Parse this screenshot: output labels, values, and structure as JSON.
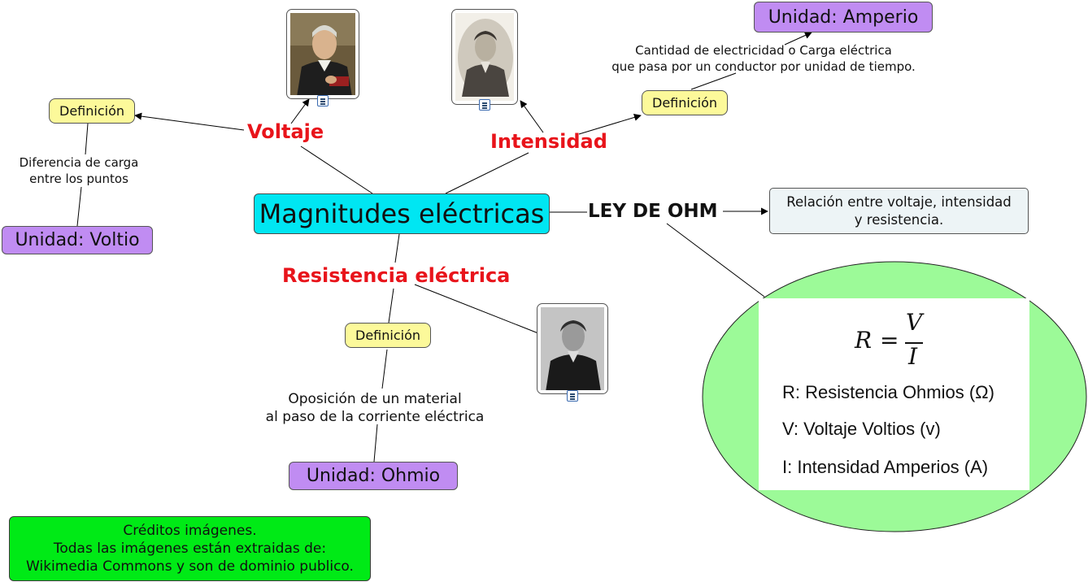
{
  "central": "Magnitudes eléctricas",
  "voltaje": {
    "label": "Voltaje",
    "definicion": "Definición",
    "descripcion": [
      "Diferencia de carga",
      "entre los puntos"
    ],
    "unidad": "Unidad: Voltio"
  },
  "intensidad": {
    "label": "Intensidad",
    "definicion": "Definición",
    "descripcion": [
      "Cantidad de electricidad o Carga eléctrica",
      "que pasa por un conductor por unidad de tiempo."
    ],
    "unidad": "Unidad: Amperio"
  },
  "resistencia": {
    "label": "Resistencia eléctrica",
    "definicion": "Definición",
    "descripcion": [
      "Oposición de un material",
      "al paso de la corriente eléctrica"
    ],
    "unidad": "Unidad: Ohmio"
  },
  "ley": {
    "label": "LEY DE OHM",
    "relacion": [
      "Relación entre voltaje, intensidad",
      "y resistencia."
    ],
    "formula": {
      "lhs": "R",
      "eq": "=",
      "num": "V",
      "den": "I"
    },
    "lines": [
      "R: Resistencia Ohmios (Ω)",
      "V: Voltaje Voltios (v)",
      "I: Intensidad Amperios (A)"
    ]
  },
  "credits": [
    "Créditos imágenes.",
    "Todas las imágenes están extraidas de:",
    "Wikimedia Commons y son de dominio publico."
  ],
  "colors": {
    "central": "#00e6f2",
    "definicion": "#fcf99a",
    "unidad": "#c08cf2",
    "branch_label": "#e8141b",
    "ellipse": "#9cfa98",
    "credits": "#00ea16"
  },
  "icons": [
    "portrait-volta",
    "portrait-ampere",
    "portrait-ohm",
    "note-icon"
  ]
}
